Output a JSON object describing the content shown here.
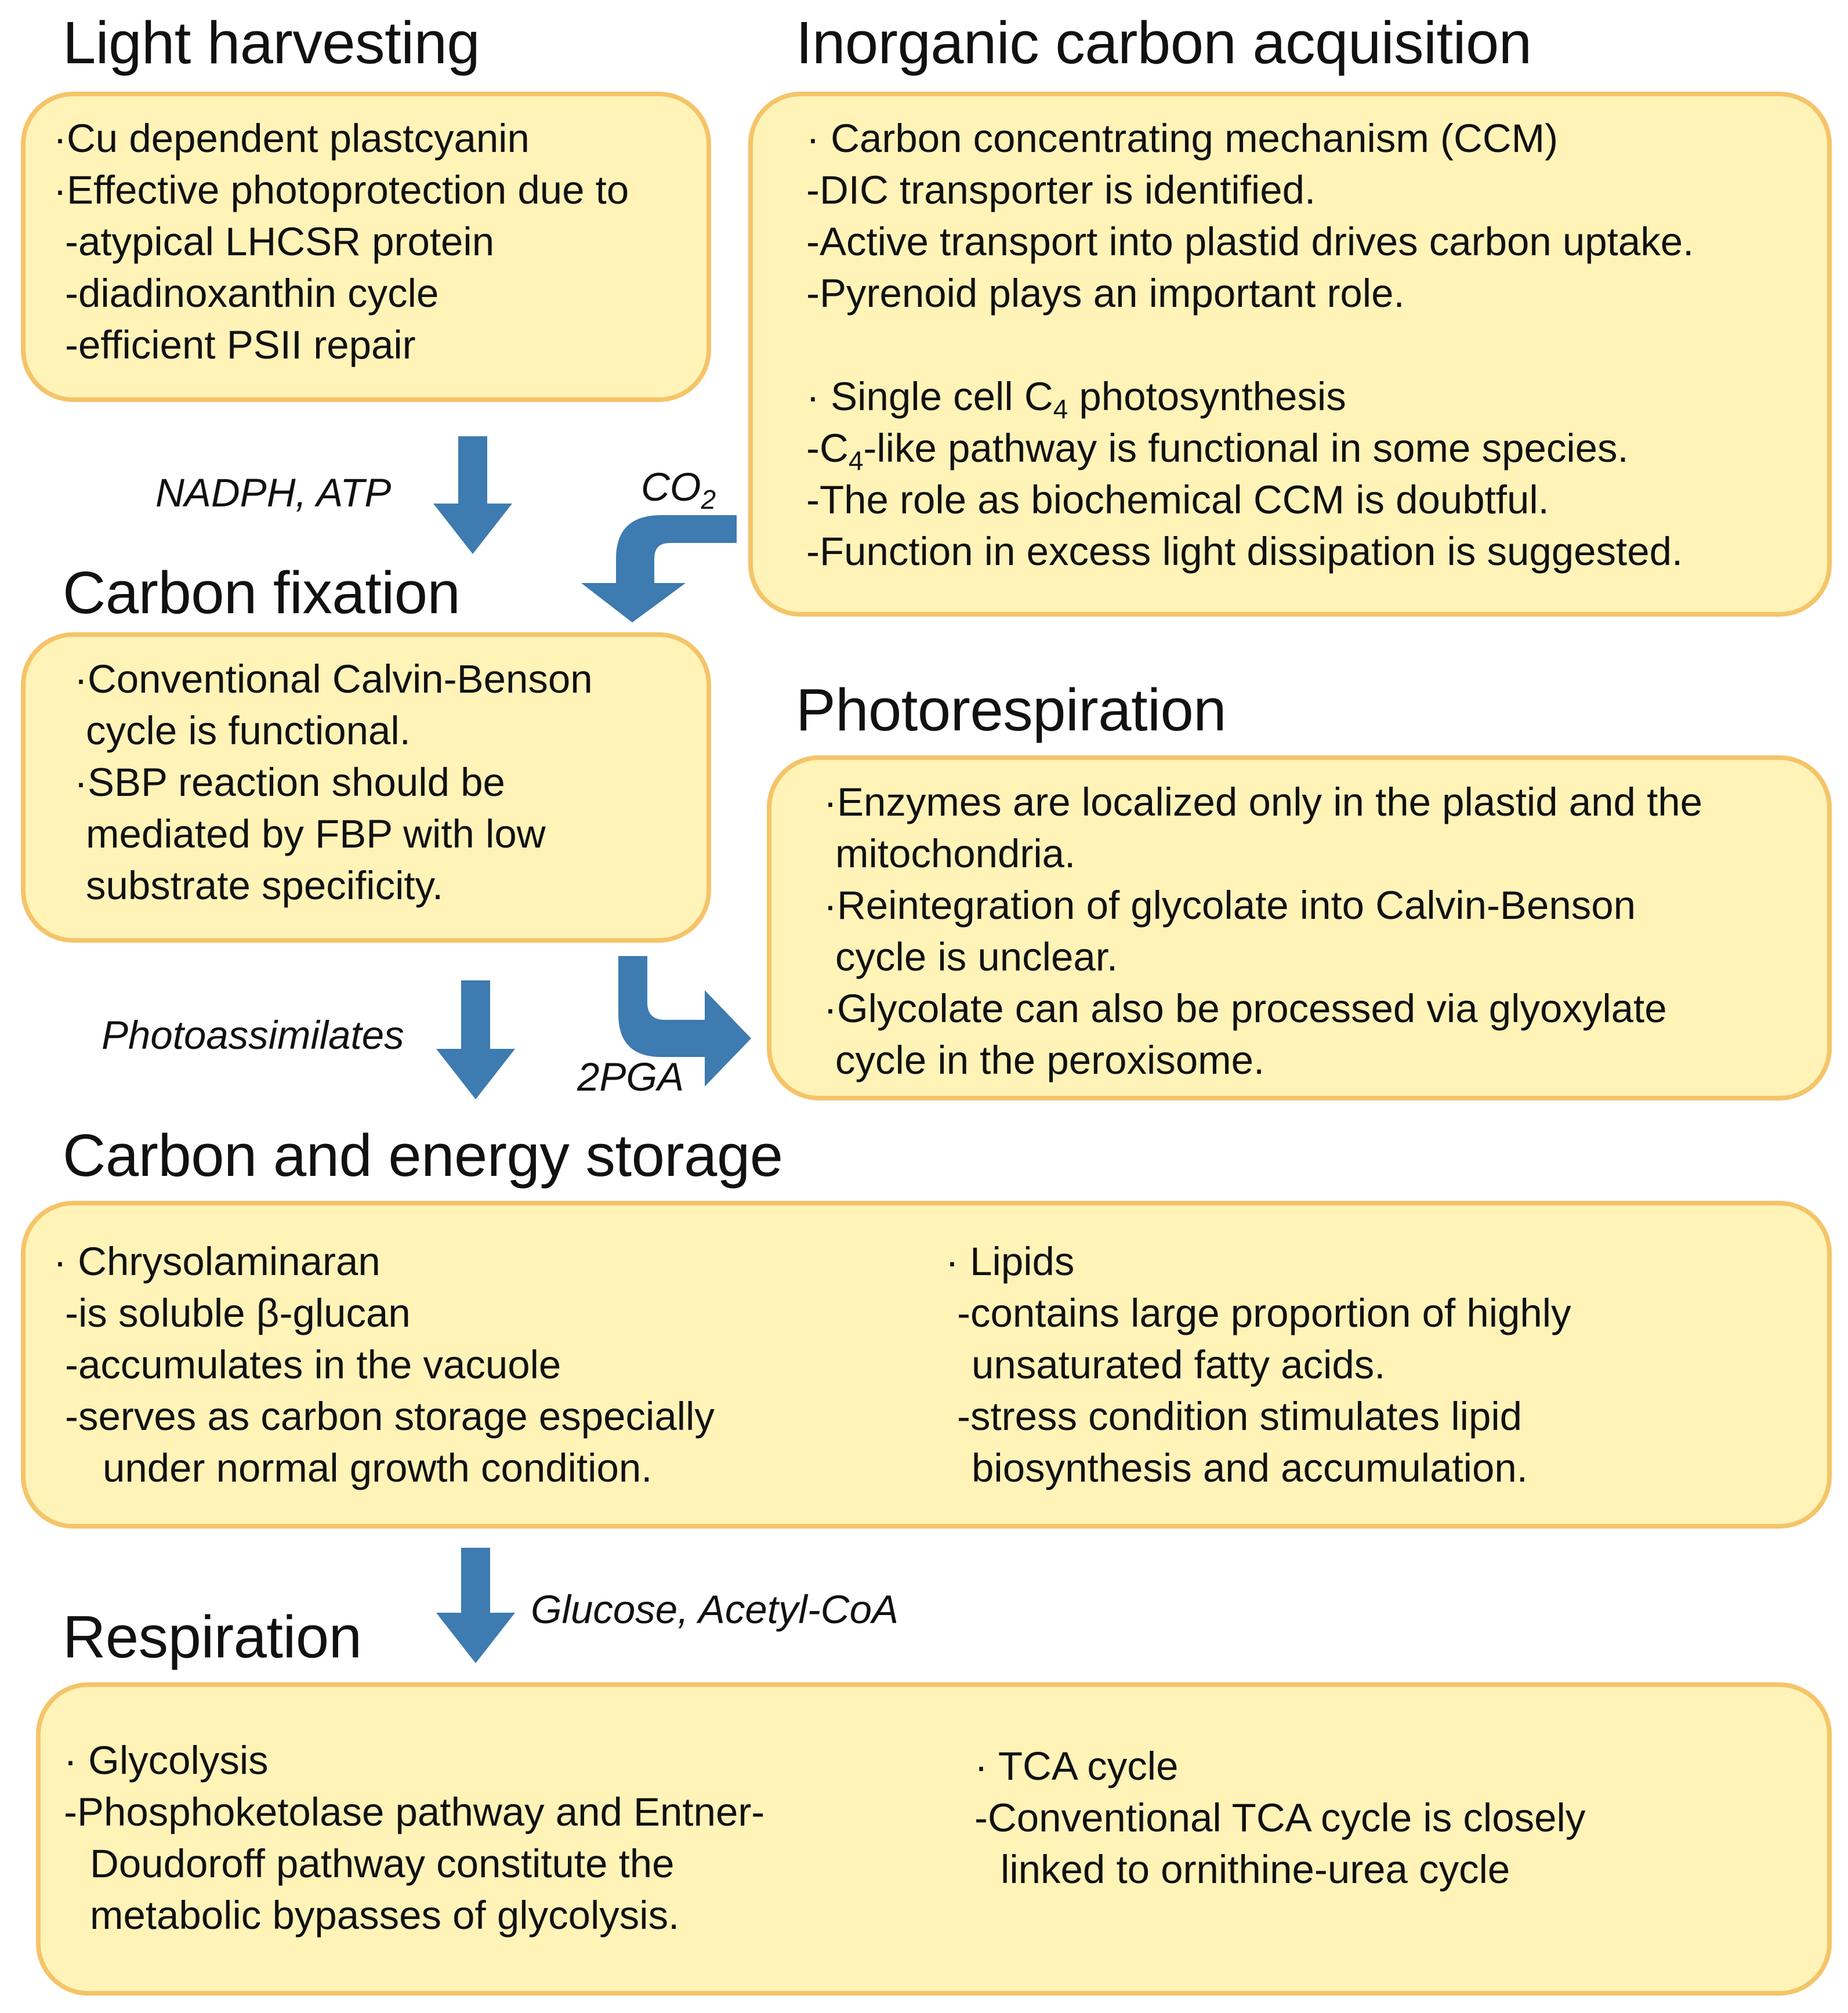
{
  "colors": {
    "box_fill": "#fff3b8",
    "box_border": "#f5c469",
    "arrow": "#3d7bb0",
    "text": "#111111"
  },
  "sections": {
    "light": {
      "title": "Light harvesting",
      "lines": [
        "·Cu dependent plastcyanin",
        "·Effective photoprotection due to",
        "-atypical LHCSR protein",
        "-diadinoxanthin cycle",
        "-efficient PSII repair"
      ]
    },
    "inorganic": {
      "title": "Inorganic carbon acquisition",
      "lines": [
        "· Carbon concentrating mechanism (CCM)",
        "-DIC transporter is identified.",
        "-Active transport into plastid drives carbon uptake.",
        "-Pyrenoid plays an important role.",
        "",
        "· Single cell C",
        "4",
        " photosynthesis",
        "-C",
        "4",
        "-like pathway is functional in some species.",
        "-The role as biochemical CCM is doubtful.",
        "-Function in excess light dissipation is suggested."
      ]
    },
    "fixation": {
      "title": "Carbon fixation",
      "lines": [
        "·Conventional Calvin-Benson",
        "cycle is functional.",
        "·SBP reaction should be",
        "mediated by FBP with low",
        "substrate specificity."
      ]
    },
    "photoresp": {
      "title": "Photorespiration",
      "lines": [
        "·Enzymes are localized only in the plastid and the",
        "mitochondria.",
        "·Reintegration of glycolate into Calvin-Benson",
        "cycle is unclear.",
        "·Glycolate can also be processed via glyoxylate",
        "cycle in the peroxisome."
      ]
    },
    "storage": {
      "title": "Carbon and energy storage",
      "left": [
        "· Chrysolaminaran",
        "-is soluble β-glucan",
        "-accumulates in the vacuole",
        "-serves as carbon storage especially",
        "under normal growth condition."
      ],
      "right": [
        "· Lipids",
        "-contains large proportion of highly",
        "unsaturated fatty acids.",
        "-stress condition stimulates lipid",
        "biosynthesis and accumulation."
      ]
    },
    "respiration": {
      "title": "Respiration",
      "left": [
        "· Glycolysis",
        "-Phosphoketolase pathway and Entner-",
        "Doudoroff pathway constitute the",
        "metabolic bypasses of glycolysis."
      ],
      "right": [
        "· TCA cycle",
        "-Conventional TCA cycle is closely",
        "linked to ornithine-urea cycle"
      ]
    }
  },
  "labels": {
    "nadph": "NADPH, ATP",
    "co2_main": "CO",
    "co2_sub": "2",
    "photoassim": "Photoassimilates",
    "pga": "2PGA",
    "glucose": "Glucose, Acetyl-CoA"
  }
}
